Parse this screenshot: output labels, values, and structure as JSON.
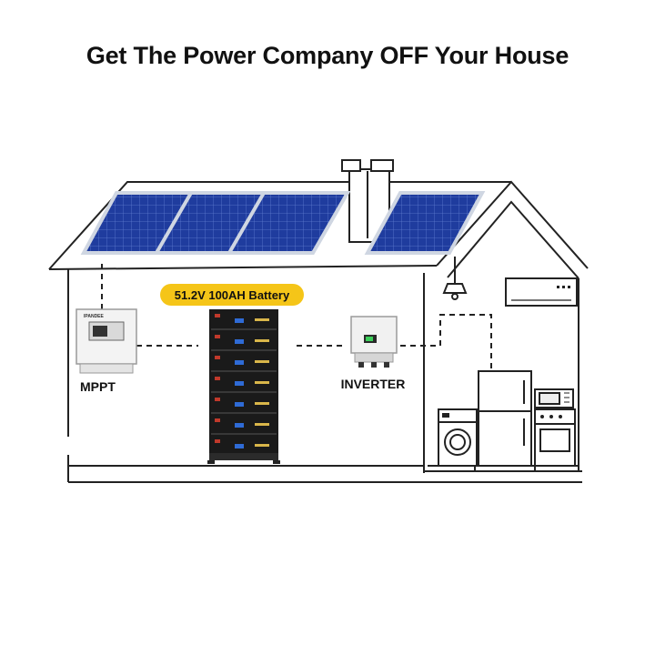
{
  "title": "Get The Power Company OFF Your House",
  "labels": {
    "battery": "51.2V 100AH Battery",
    "mppt": "MPPT",
    "inverter": "INVERTER",
    "mppt_brand": "IPANDEE"
  },
  "colors": {
    "battery_badge": "#f5c518",
    "panel_blue": "#1f3c9e",
    "panel_frame": "#cfd6e2",
    "outline": "#222222",
    "battery_body": "#1a1a1a"
  },
  "icons": [
    "solar-panel",
    "chimney",
    "battery-rack",
    "mppt-controller",
    "inverter",
    "ceiling-lamp",
    "air-conditioner",
    "refrigerator",
    "washing-machine",
    "microwave",
    "oven"
  ]
}
